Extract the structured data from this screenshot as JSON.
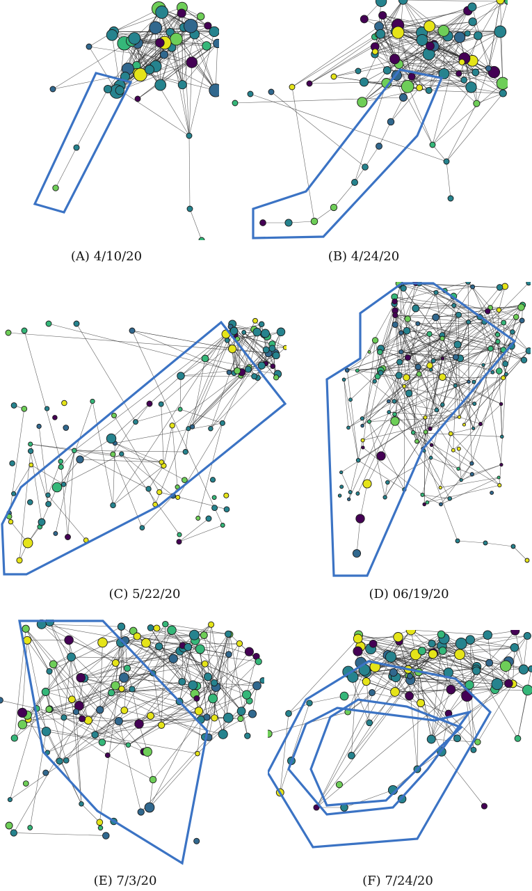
{
  "figure": {
    "panels": [
      {
        "id": "a",
        "letter": "(A)",
        "date": "4/10/20"
      },
      {
        "id": "b",
        "letter": "(B)",
        "date": "4/24/20"
      },
      {
        "id": "c",
        "letter": "(C)",
        "date": "5/22/20"
      },
      {
        "id": "d",
        "letter": "(D)",
        "date": "06/19/20"
      },
      {
        "id": "e",
        "letter": "(E)",
        "date": "7/3/20"
      },
      {
        "id": "f",
        "letter": "(F)",
        "date": "7/24/20"
      }
    ],
    "colors": {
      "hull": "#3b73c4",
      "edge": "#2b2b2b",
      "node_teal": "#26838e",
      "node_green": "#35b779",
      "node_lightgreen": "#6ece58",
      "node_yellow": "#e5e419",
      "node_purple": "#440154",
      "node_blue": "#31688e"
    }
  }
}
